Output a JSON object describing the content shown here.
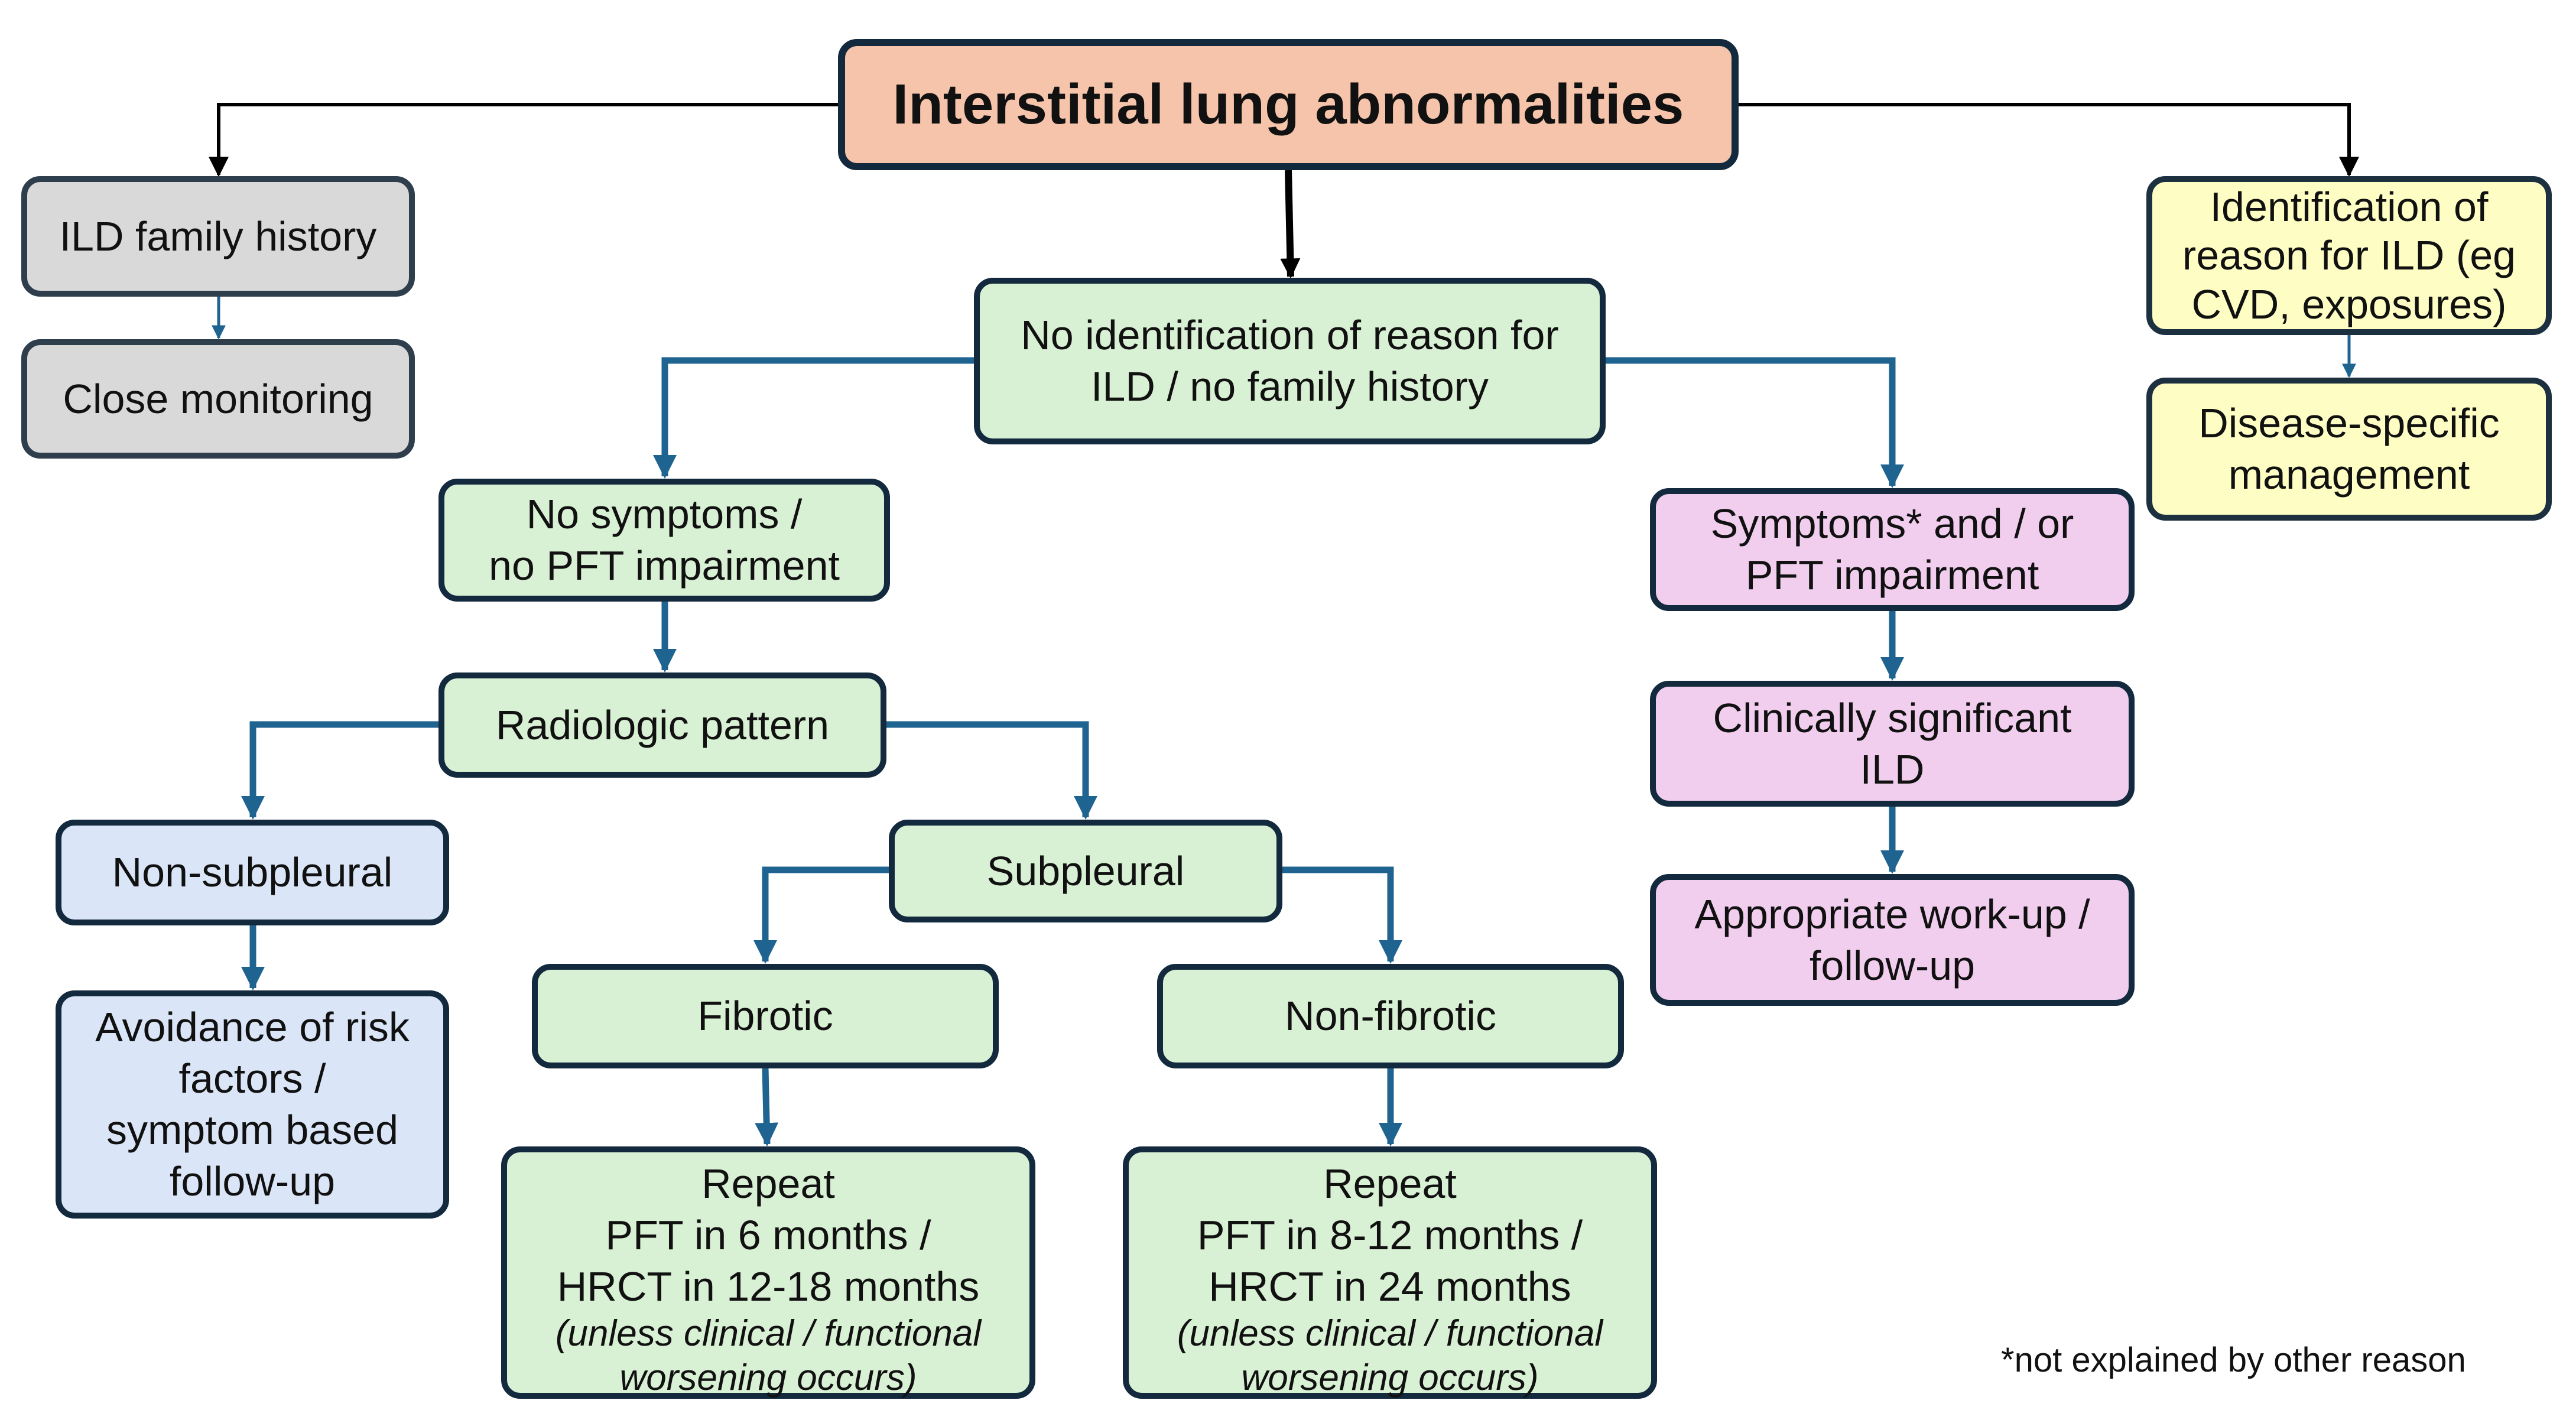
{
  "root": "Interstitial lung abnormalities",
  "left": {
    "family_history": "ILD family history",
    "close_monitoring": "Close monitoring"
  },
  "right": {
    "identified_reason": "Identification of\nreason for ILD (eg\nCVD, exposures)",
    "disease_specific": "Disease-specific\nmanagement"
  },
  "center": {
    "no_identification": "No identification of reason for\nILD / no family history",
    "no_symptoms": "No symptoms /\nno PFT impairment",
    "radiologic_pattern": "Radiologic pattern",
    "non_subpleural": "Non-subpleural",
    "avoidance": "Avoidance of risk\nfactors /\nsymptom based\nfollow-up",
    "subpleural": "Subpleural",
    "fibrotic": "Fibrotic",
    "non_fibrotic": "Non-fibrotic",
    "repeat_fibrotic": "Repeat\nPFT in 6 months /\nHRCT in 12-18 months",
    "repeat_fibrotic_note": "(unless clinical / functional\nworsening occurs)",
    "repeat_nonfibrotic": "Repeat\nPFT  in 8-12 months /\nHRCT in 24 months",
    "repeat_nonfibrotic_note": "(unless clinical / functional\nworsening occurs)"
  },
  "symptomatic": {
    "symptoms": "Symptoms* and / or\nPFT impairment",
    "clinically_significant": "Clinically significant\nILD",
    "workup": "Appropriate work-up /\nfollow-up"
  },
  "footnote": "*not explained by other reason",
  "colors": {
    "root": "#f6c4ab",
    "grey": "#d9d9d9",
    "yellow": "#fdfdc4",
    "green": "#d8f0d3",
    "pink": "#f1cdee",
    "blue": "#dae6f7",
    "connector_blue": "#1f6391",
    "connector_black": "#000000"
  }
}
